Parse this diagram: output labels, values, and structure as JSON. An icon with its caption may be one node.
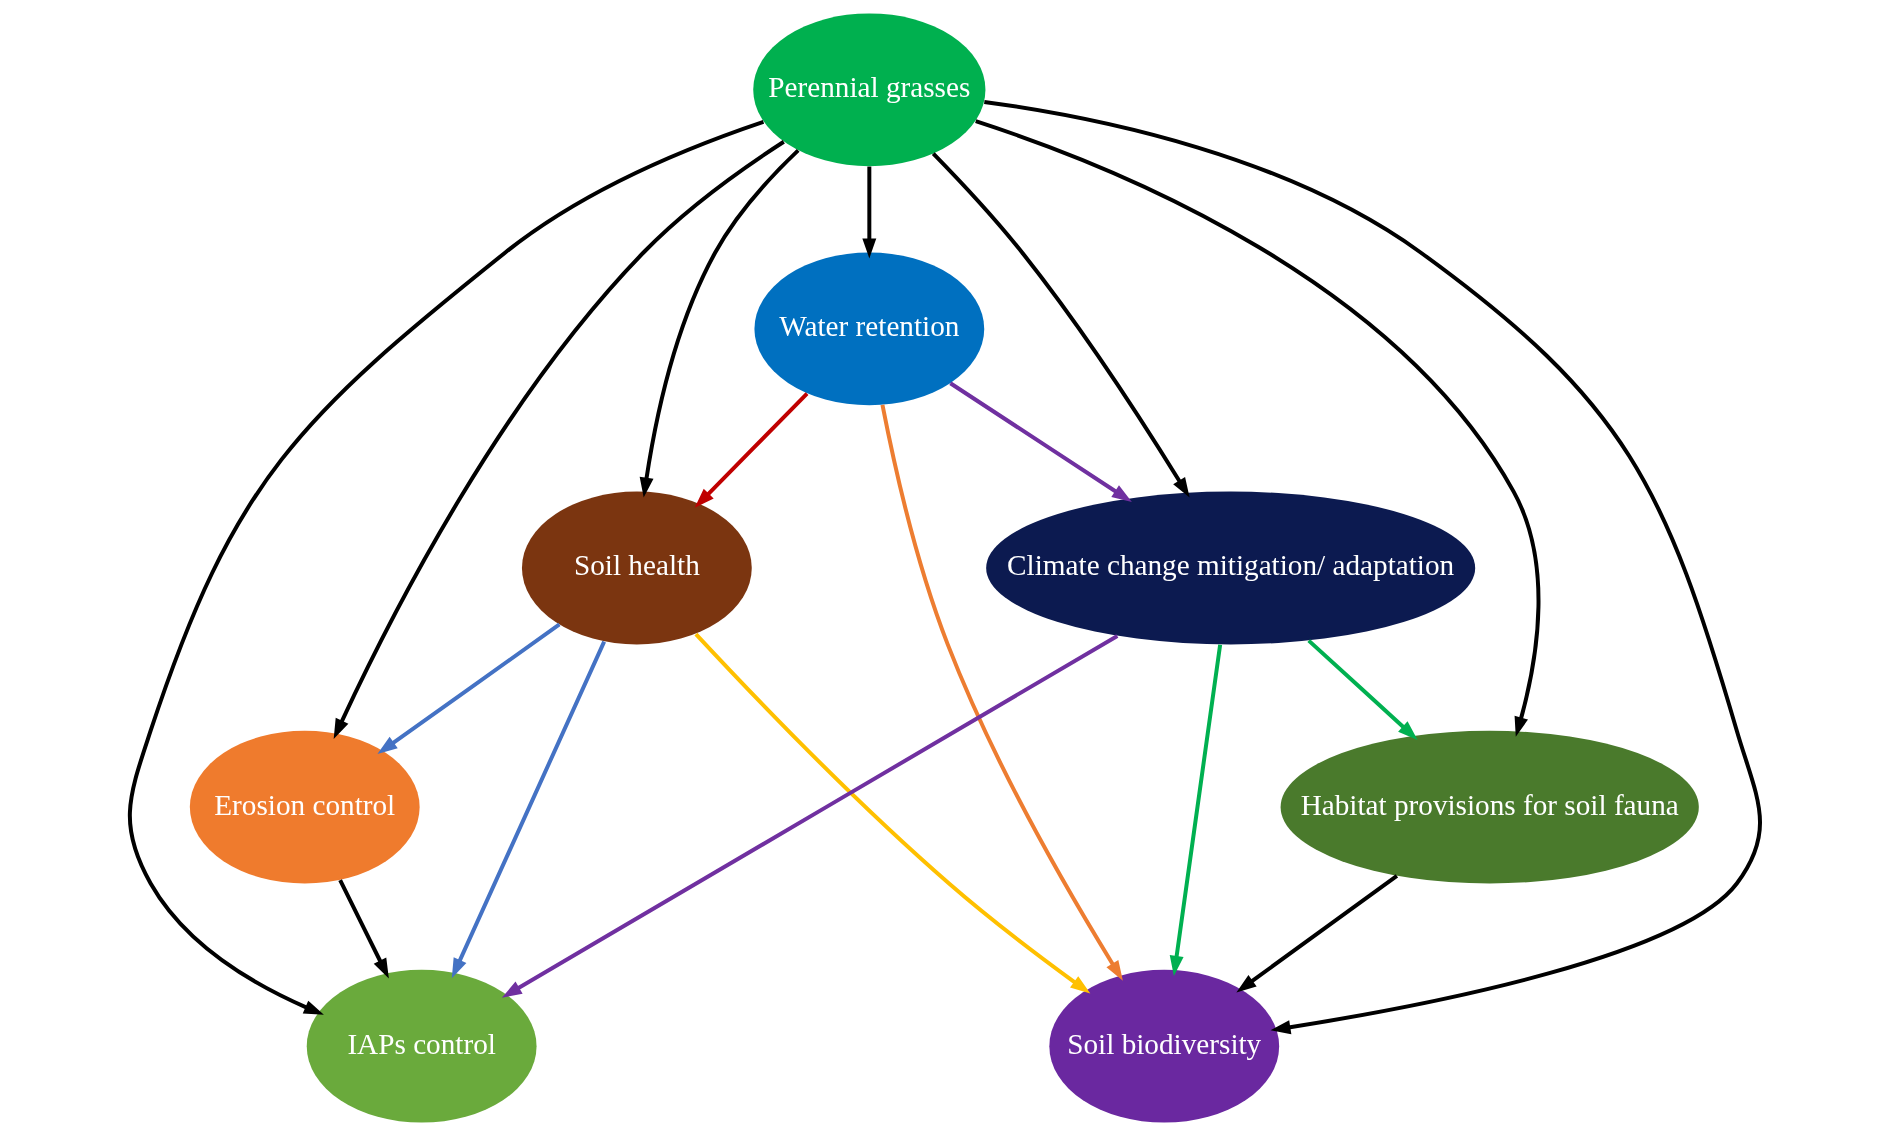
{
  "diagram": {
    "nodes": [
      {
        "text": [
          "Soil health"
        ]
      },
      {
        "text": [
          "Soil biodiversity"
        ]
      },
      {
        "text": [
          "Erosion control"
        ]
      },
      {
        "text": [
          "Perennial grasses"
        ]
      },
      {
        "text": [
          "Habitat provisions for soil fauna"
        ]
      },
      {
        "text": [
          "IAPs control"
        ]
      },
      {
        "text": [
          "Water retention"
        ]
      },
      {
        "text": [
          "Climate change mitigation/ adaptation"
        ]
      }
    ],
    "edges": [
      {
        "from": 0,
        "to": 1,
        "arrow": "to",
        "color": "#ffc000"
      },
      {
        "from": 0,
        "to": 2,
        "arrow": "to",
        "color": "#4472c4"
      },
      {
        "from": 0,
        "to": 5,
        "arrow": "to",
        "color": "#4472c4"
      },
      {
        "from": 3,
        "to": 0,
        "arrow": "to"
      },
      {
        "from": 6,
        "to": 0,
        "arrow": "to",
        "color": "#c00000"
      },
      {
        "from": 3,
        "to": 2,
        "arrow": "to"
      },
      {
        "from": 3,
        "to": 5,
        "arrow": "to"
      },
      {
        "from": 3,
        "to": 6,
        "arrow": "to"
      },
      {
        "from": 2,
        "to": 5,
        "arrow": "to"
      },
      {
        "from": 3,
        "to": 1,
        "arrow": "to"
      },
      {
        "from": 3,
        "to": 4,
        "arrow": "to"
      },
      {
        "from": 3,
        "to": 7,
        "arrow": "to"
      },
      {
        "from": 6,
        "to": 1,
        "arrow": "to",
        "color": "#ed7d31"
      },
      {
        "from": 4,
        "to": 1,
        "arrow": "to"
      },
      {
        "from": 7,
        "to": 1,
        "arrow": "to",
        "color": "#00b050"
      },
      {
        "from": 7,
        "to": 4,
        "arrow": "to",
        "color": "#00b050"
      },
      {
        "from": 6,
        "to": 7,
        "arrow": "to",
        "color": "#7030a0"
      },
      {
        "from": 7,
        "to": 5,
        "arrow": "to",
        "color": "#7030a0"
      }
    ]
  }
}
